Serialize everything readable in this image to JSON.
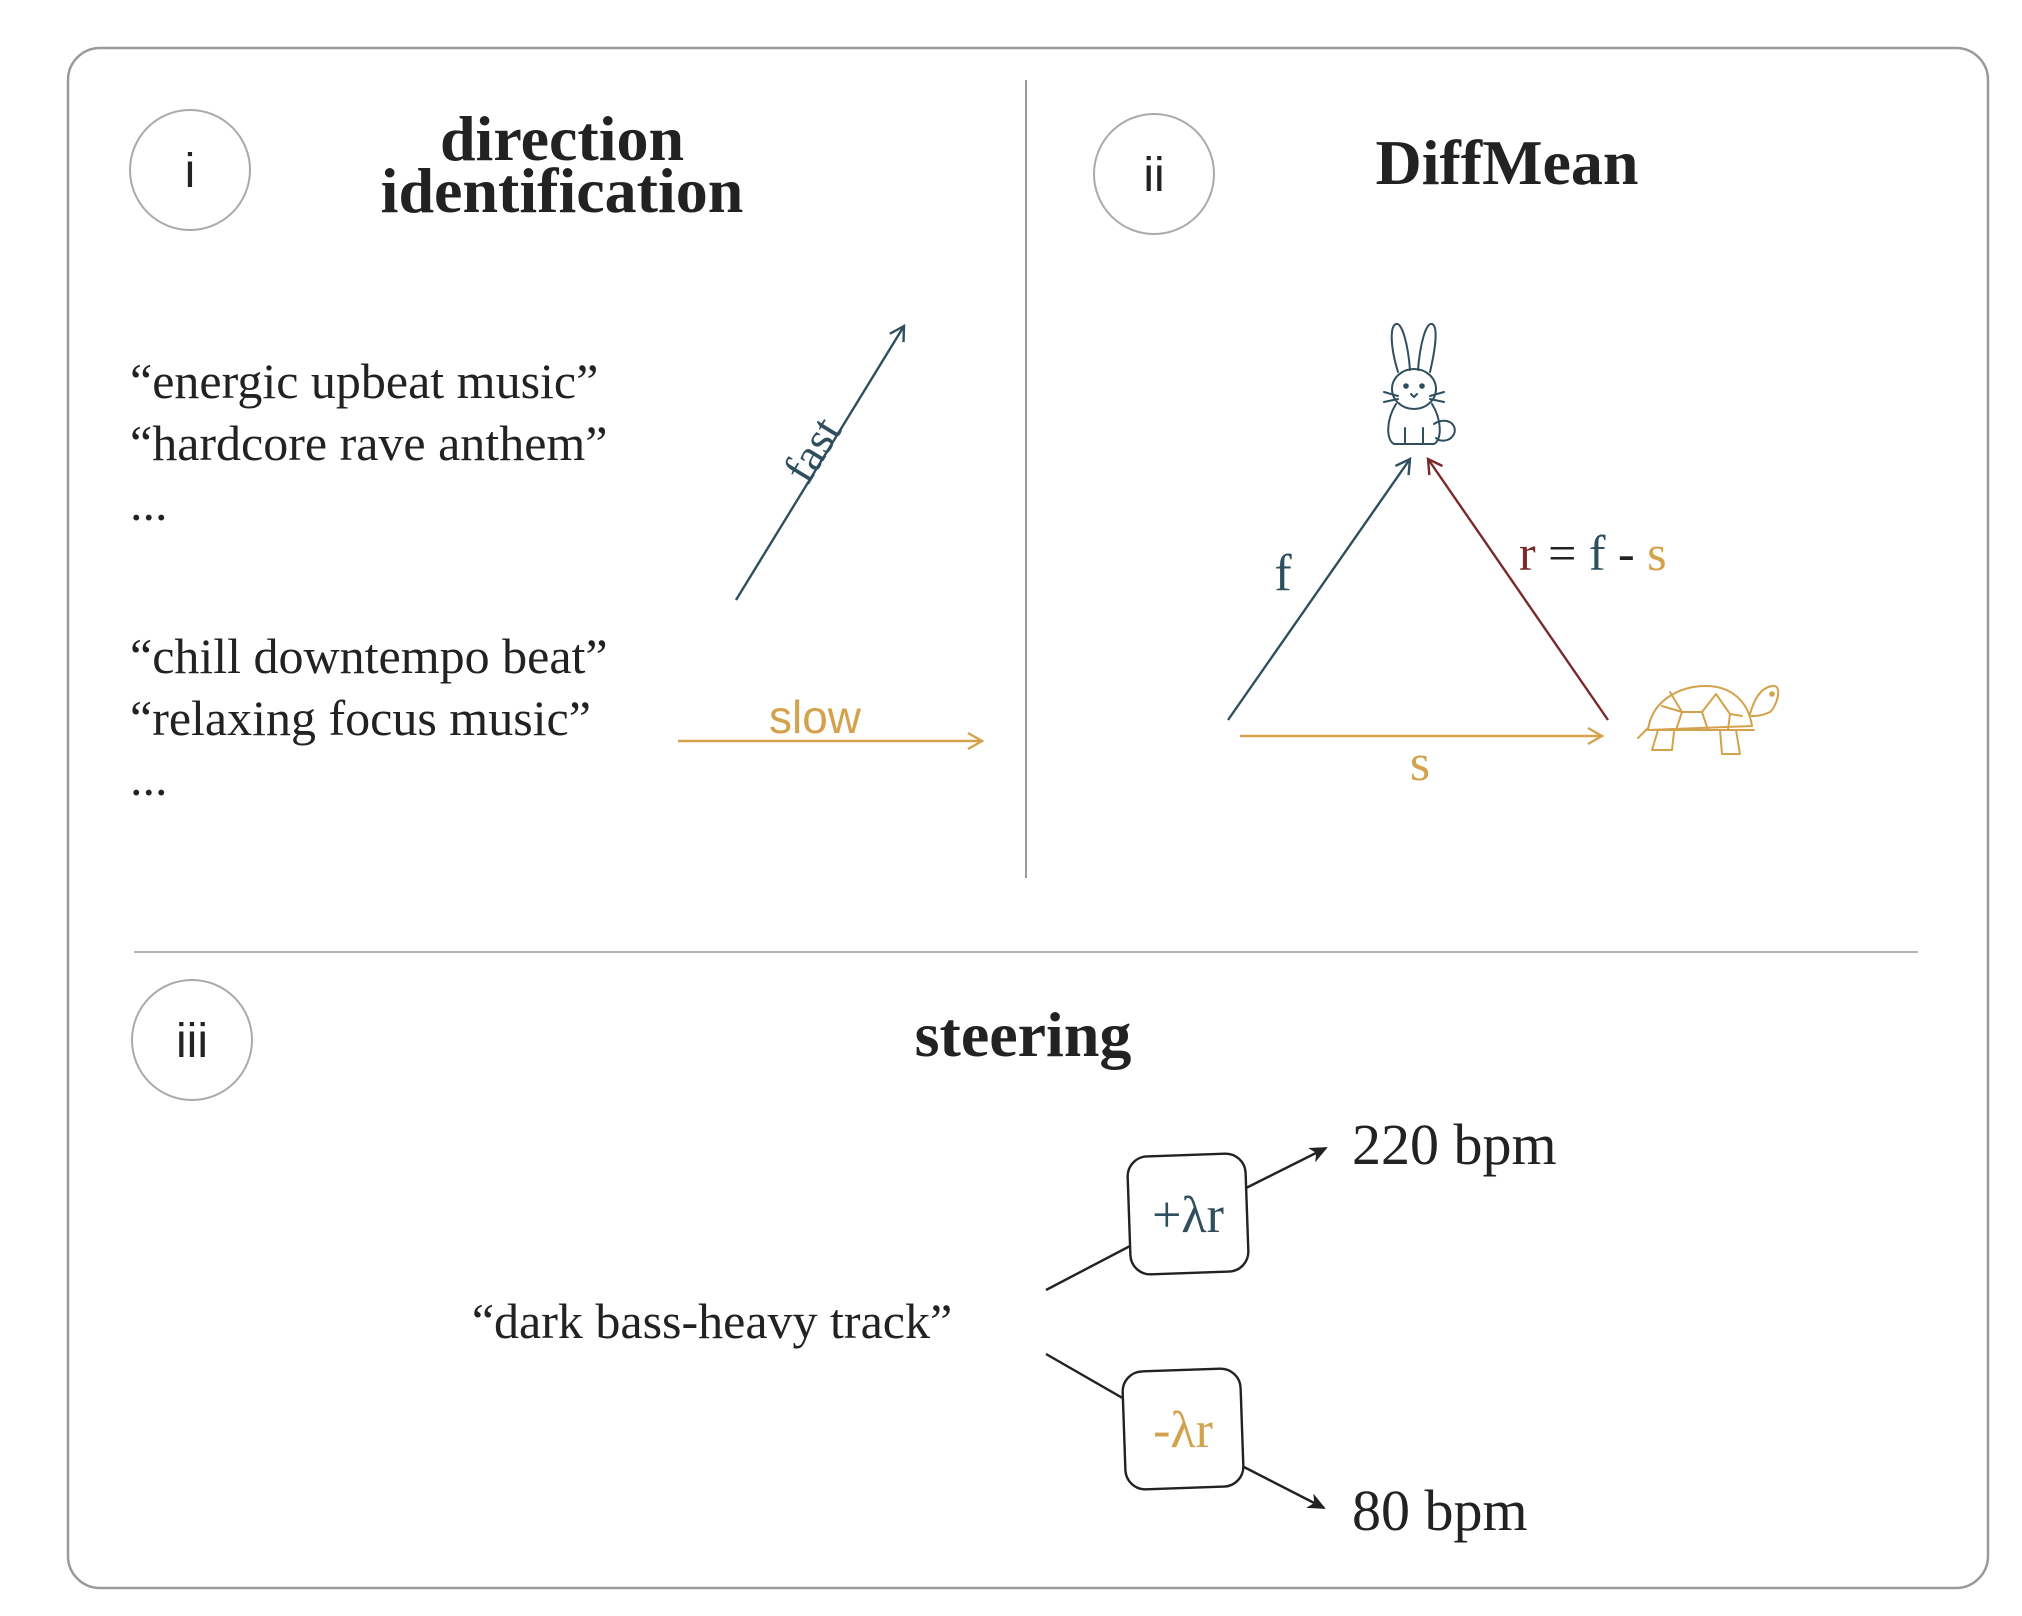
{
  "colors": {
    "fast": "#2f4f5e",
    "slow": "#d4a24c",
    "residual": "#7a2a2a",
    "text": "#222222",
    "frame": "#9a9a9a"
  },
  "panel_i": {
    "badge": "i",
    "title_line1": "direction",
    "title_line2": "identification",
    "fast_prompts": [
      "“energic upbeat music”",
      "“hardcore rave anthem”",
      "..."
    ],
    "slow_prompts": [
      "“chill downtempo beat”",
      "“relaxing focus music”",
      "..."
    ],
    "fast_label": "fast",
    "slow_label": "slow"
  },
  "panel_ii": {
    "badge": "ii",
    "title": "DiffMean",
    "f_label": "f",
    "s_label": "s",
    "eq_r": "r",
    "eq_equals": " = ",
    "eq_f": "f",
    "eq_minus": " - ",
    "eq_s": "s",
    "rabbit_icon": "rabbit-icon",
    "turtle_icon": "turtle-icon"
  },
  "panel_iii": {
    "badge": "iii",
    "title": "steering",
    "prompt": "“dark bass-heavy track”",
    "plus_label": "+λr",
    "minus_label": "-λr",
    "fast_result": "220 bpm",
    "slow_result": "80 bpm"
  }
}
